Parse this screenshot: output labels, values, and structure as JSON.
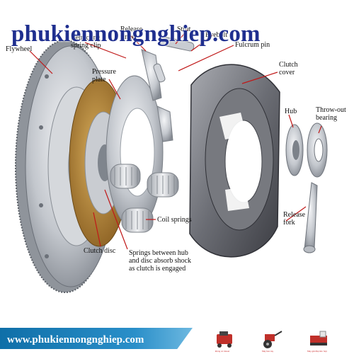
{
  "watermark": "phukiennongnghiep.com",
  "labels": {
    "flywheel": "Flywheel",
    "retracting_spring_clip": "Retracting\nspring clip",
    "release_finger": "Release\nfinger",
    "strut": "Strut",
    "eyebolt": "Eyebolt",
    "fulcrum_pin": "Fulcrum pin",
    "pressure_plate": "Pressure\nplate",
    "clutch_cover": "Clutch\ncover",
    "hub": "Hub",
    "throw_out_bearing": "Throw-out\nbearing",
    "release_fork": "Release\nfork",
    "coil_springs": "Coil springs",
    "clutch_disc": "Clutch disc",
    "springs_note": "Springs between hub\nand disc absorb shock\nas clutch is engaged"
  },
  "footer": {
    "url": "www.phukiennongnghiep.com",
    "thumbs": [
      "Động cơ diesel",
      "Máy kéo tay",
      "Máy gặt đập liên hợp"
    ]
  },
  "colors": {
    "watermark": "#1f2f8f",
    "banner": "#1a7fbf",
    "metal": "#b8bcc2",
    "disc_lining": "#b98a3c",
    "cover": "#5e5f66"
  }
}
